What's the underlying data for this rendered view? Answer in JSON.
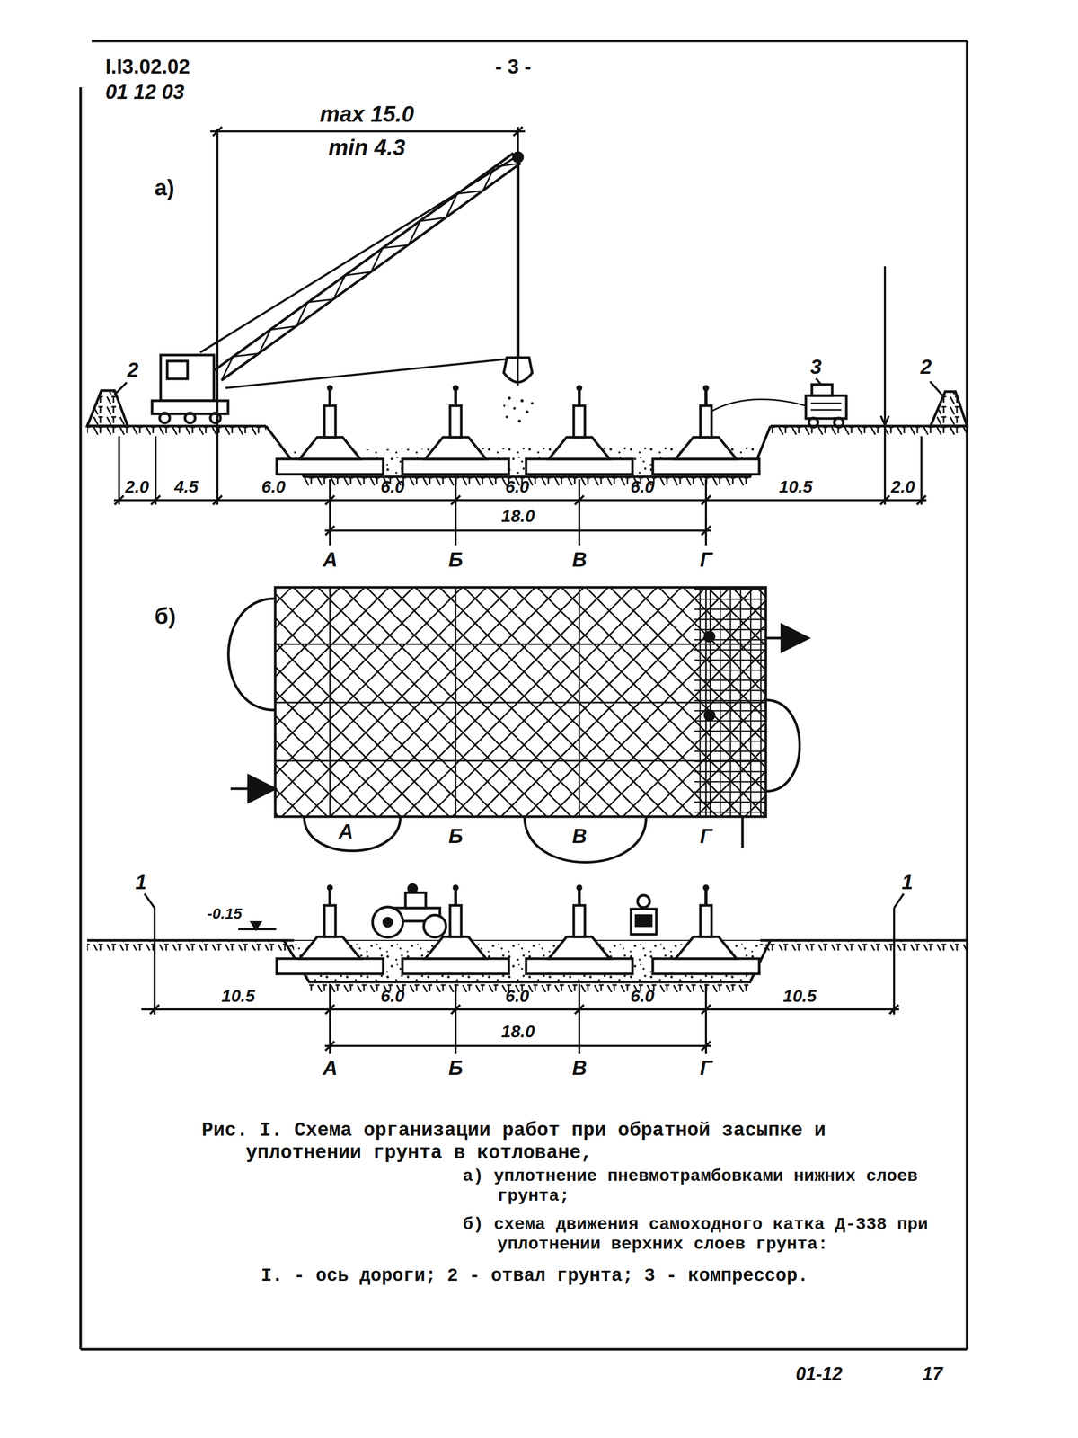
{
  "diagram": {
    "caption": "Рис. I. Схема организации работ при обратной засыпке и уплотнении грунта в котловане,",
    "labels": [
      "I.I3.02.02",
      "01 12 03",
      "- 3 -",
      "а)",
      "max 15.0",
      "min 4.3",
      "2",
      "3",
      "2",
      "2.0",
      "4.5",
      "6.0",
      "6.0",
      "6.0",
      "6.0",
      "10.5",
      "2.0",
      "18.0",
      "А",
      "Б",
      "В",
      "Г",
      "б)",
      "А",
      "Б",
      "В",
      "Г",
      "1",
      "-0.15",
      "1",
      "10.5",
      "6.0",
      "6.0",
      "6.0",
      "10.5",
      "18.0",
      "А",
      "Б",
      "В",
      "Г",
      "а) уплотнение пневмотрамбовками нижних слоев грунта;",
      "б) схема движения самоходного катка Д-338 при уплотнении верхних слоев грунта:",
      "I. - ось дороги; 2 - отвал грунта; 3 - компрессор.",
      "01-12",
      "17"
    ]
  }
}
